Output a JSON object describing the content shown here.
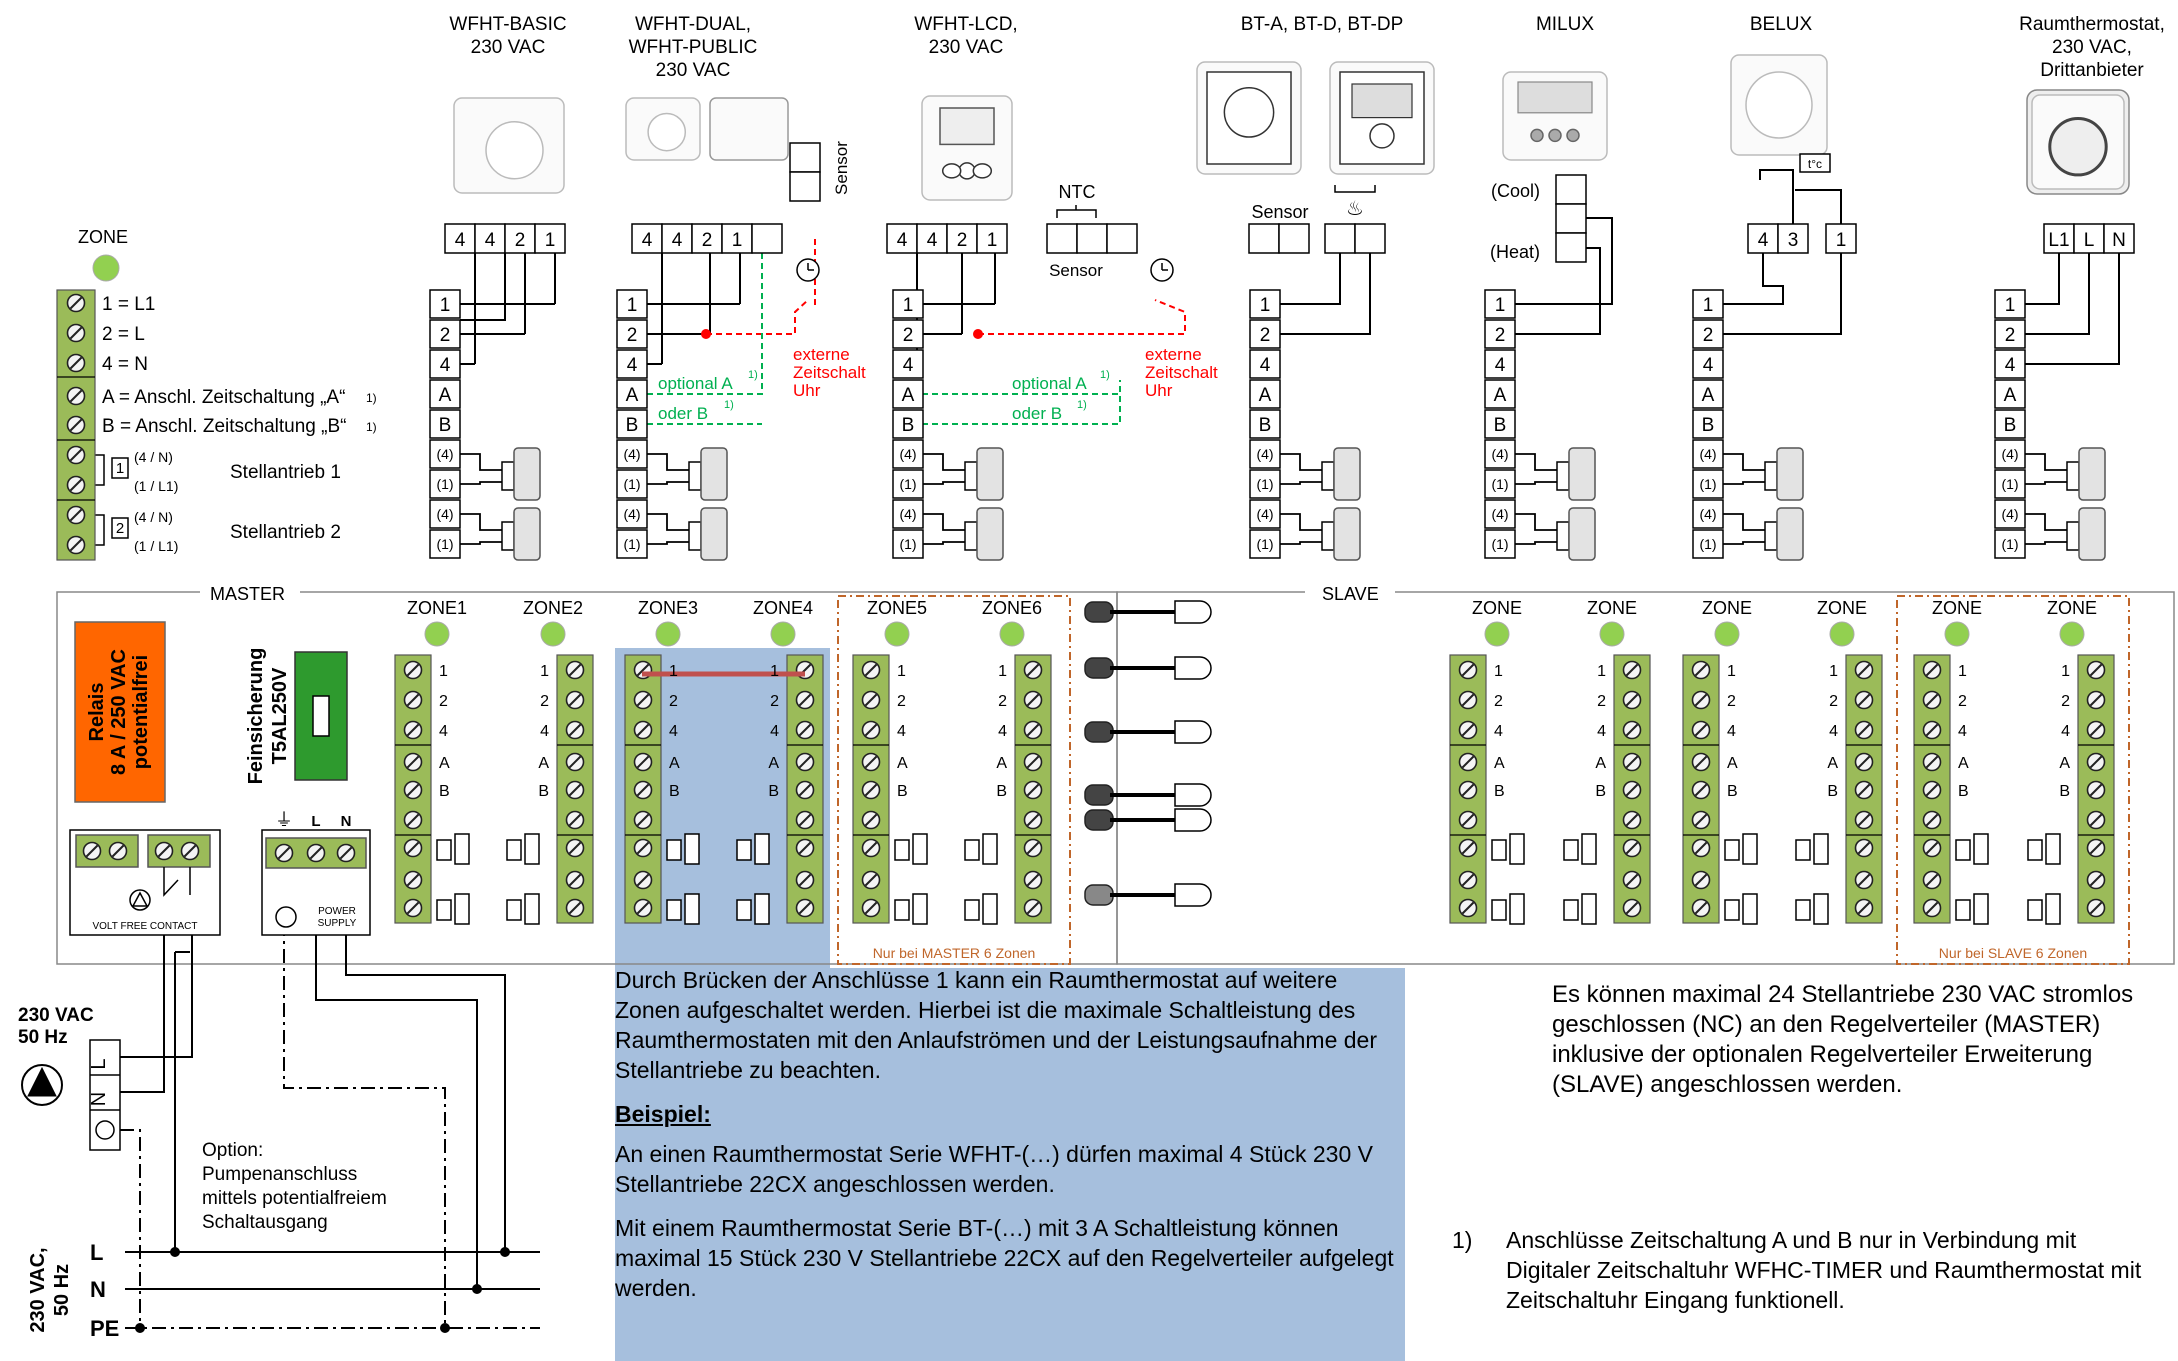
{
  "thermostats": [
    {
      "name_lines": [
        "WFHT-BASIC",
        "230 VAC"
      ],
      "terminals": [
        "4",
        "4",
        "2",
        "1"
      ]
    },
    {
      "name_lines": [
        "WFHT-DUAL,",
        "WFHT-PUBLIC",
        "230 VAC"
      ],
      "terminals": [
        "4",
        "4",
        "2",
        "1"
      ],
      "sensor_label": "Sensor"
    },
    {
      "name_lines": [
        "WFHT-LCD,",
        "230 VAC"
      ],
      "terminals": [
        "4",
        "4",
        "2",
        "1"
      ],
      "ntc_label": "NTC",
      "sensor_label": "Sensor"
    },
    {
      "name_lines": [
        "BT-A, BT-D, BT-DP"
      ],
      "sensor_label": "Sensor"
    },
    {
      "name_lines": [
        "MILUX"
      ],
      "cool_label": "(Cool)",
      "heat_label": "(Heat)"
    },
    {
      "name_lines": [
        "BELUX"
      ],
      "terminals": [
        "4",
        "3",
        "1"
      ],
      "tc_label": "t°c"
    },
    {
      "name_lines": [
        "Raumthermostat,",
        "230 VAC,",
        "Drittanbieter"
      ],
      "terminals": [
        "L1",
        "L",
        "N"
      ]
    }
  ],
  "legend": {
    "zone_label": "ZONE",
    "items": [
      "1 = L1",
      "2 = L",
      "4 = N",
      "A = Anschl. Zeitschaltung „A“",
      "B = Anschl. Zeitschaltung „B“"
    ],
    "footnote_mark": "1)",
    "sub_41": "(4 / N)",
    "sub_1l1": "(1 / L1)",
    "act1_num": "1",
    "act2_num": "2",
    "actuator1": "Stellantrieb 1",
    "actuator2": "Stellantrieb 2"
  },
  "terminal_labels": [
    "1",
    "2",
    "4",
    "A",
    "B",
    "(4)",
    "(1)",
    "(4)",
    "(1)"
  ],
  "annotations": {
    "optional_a": "optional A",
    "oder_b": "oder B",
    "footnote_mark": "1)",
    "external_timer": [
      "externe",
      "Zeitschalt",
      "Uhr"
    ]
  },
  "master": {
    "label": "MASTER",
    "zones": [
      "ZONE1",
      "ZONE2",
      "ZONE3",
      "ZONE4",
      "ZONE5",
      "ZONE6"
    ],
    "relay_lines": [
      "Relais",
      "8 A / 250 VAC",
      "potentialfrei"
    ],
    "fuse_lines": [
      "Feinsicherung",
      "T5AL250V"
    ],
    "volt_free_label": "VOLT FREE CONTACT",
    "power_supply_lines": [
      "POWER",
      "SUPPLY"
    ],
    "ps_terminals": [
      "L",
      "N"
    ],
    "nur_label": "Nur bei MASTER 6 Zonen"
  },
  "slave": {
    "label": "SLAVE",
    "zones": [
      "ZONE",
      "ZONE",
      "ZONE",
      "ZONE",
      "ZONE",
      "ZONE"
    ],
    "nur_label": "Nur bei SLAVE  6 Zonen"
  },
  "strip_labels": [
    "1",
    "2",
    "4",
    "A",
    "B"
  ],
  "power": {
    "pump_supply_lines": [
      "230 VAC",
      "50 Hz"
    ],
    "pump_terminals": [
      "L",
      "N"
    ],
    "mains_lines": [
      "230 VAC,",
      "50 Hz"
    ],
    "mains_labels": [
      "L",
      "N",
      "PE"
    ],
    "option_lines": [
      "Option:",
      "Pumpenanschluss",
      "mittels potentialfreiem",
      "Schaltausgang"
    ]
  },
  "bridge_note": {
    "p1": "Durch Brücken der Anschlüsse 1 kann ein Raumthermostat auf weitere Zonen aufgeschaltet werden. Hierbei ist die maximale Schaltleistung des Raumthermostaten mit den Anlaufströmen und der Leistungsaufnahme der Stellantriebe zu beachten.",
    "heading": "Beispiel:",
    "p2": "An einen Raumthermostat Serie WFHT-(…) dürfen maximal 4 Stück 230 V Stellantriebe 22CX angeschlossen werden.",
    "p3": "Mit einem Raumthermostat Serie BT-(…) mit 3 A Schaltleistung können maximal 15 Stück 230 V Stellantriebe 22CX auf den Regelverteiler aufgelegt werden."
  },
  "actuator_note": "Es können maximal 24 Stellantriebe 230 VAC stromlos geschlossen (NC) an den Regelverteiler (MASTER) inklusive der optionalen Regelverteiler Erweiterung (SLAVE) angeschlossen werden.",
  "footnote": {
    "num": "1)",
    "text": "Anschlüsse Zeitschaltung A und B nur in Verbindung mit Digitaler Zeitschaltuhr WFHC-TIMER und Raumthermostat mit Zeitschaltuhr Eingang funktionell."
  },
  "colors": {
    "terminal_green": "#9bbb59",
    "zone_led": "#92d050",
    "relay_orange": "#ff6600",
    "fuse_green": "#2e9a2e",
    "highlight_blue": "#a6bfdd",
    "jumper_red": "#c0504d",
    "ext_red": "#ff0000",
    "optional_green": "#00b050",
    "nur_brown": "#c0662a"
  }
}
